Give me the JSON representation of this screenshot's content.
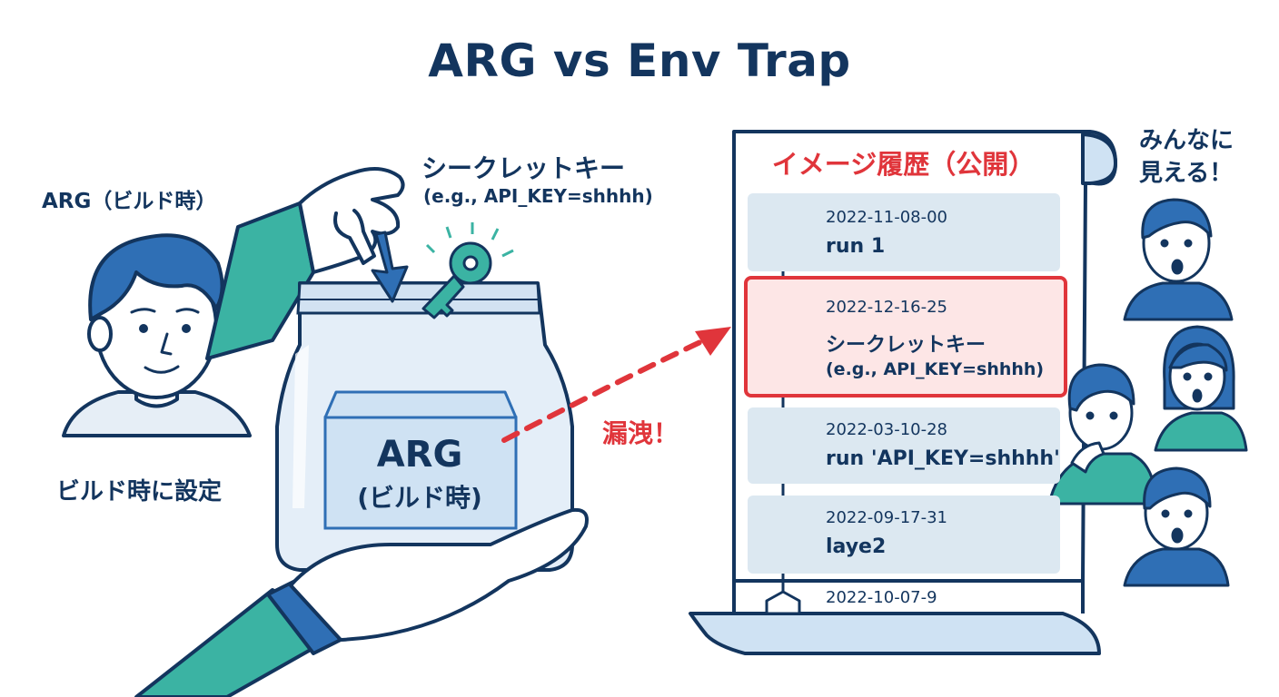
{
  "title": "ARG vs Env Trap",
  "left": {
    "arg_label": "ARG（ビルド時）",
    "set_label": "ビルド時に設定"
  },
  "secret": {
    "label": "シークレットキー",
    "example": "(e.g., API_KEY=shhhh)"
  },
  "bag": {
    "line1": "ARG",
    "line2": "(ビルド時)"
  },
  "leak_label": "漏洩！",
  "history": {
    "title": "イメージ履歴（公開）",
    "entries": [
      {
        "date": "2022-11-08-00",
        "text": "run 1"
      },
      {
        "date": "2022-12-16-25",
        "text": "シークレットキー",
        "sub": "(e.g., API_KEY=shhhh)"
      },
      {
        "date": "2022-03-10-28",
        "text": "run 'API_KEY=shhhh'"
      },
      {
        "date": "2022-09-17-31",
        "text": "laye2"
      },
      {
        "date": "2022-10-07-9",
        "text": ""
      }
    ]
  },
  "public": {
    "line1": "みんなに",
    "line2": "見える！"
  },
  "colors": {
    "navy": "#13355e",
    "teal": "#3bb3a3",
    "red": "#e0353b",
    "light_blue": "#dce8f1",
    "blue": "#2f6fb5"
  }
}
